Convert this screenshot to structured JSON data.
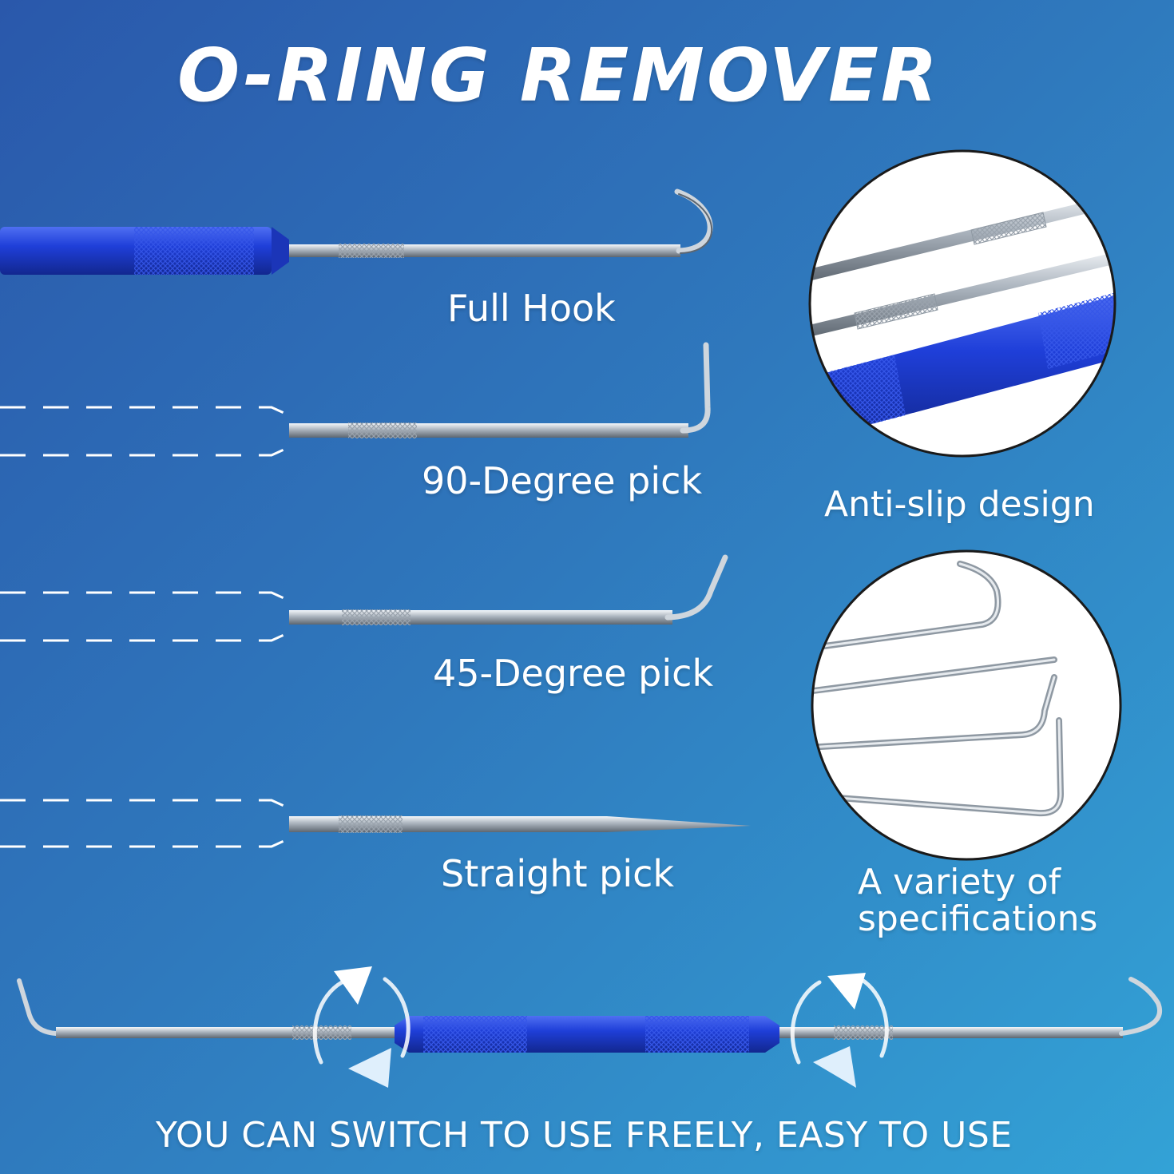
{
  "title": "O-RING REMOVER",
  "labels": {
    "full_hook": "Full Hook",
    "pick_90": "90-Degree pick",
    "pick_45": "45-Degree pick",
    "straight": "Straight pick",
    "anti_slip": "Anti-slip design",
    "variety": "A variety of specifications"
  },
  "footer": "YOU CAN SWITCH TO USE FREELY, EASY TO USE",
  "colors": {
    "background_start": "#2a58ab",
    "background_end": "#33a2d6",
    "handle_blue": "#1d43d6",
    "steel": "#c8d0d8",
    "text": "#ffffff"
  },
  "icons": {
    "rotate": "rotate-arrows-icon"
  }
}
